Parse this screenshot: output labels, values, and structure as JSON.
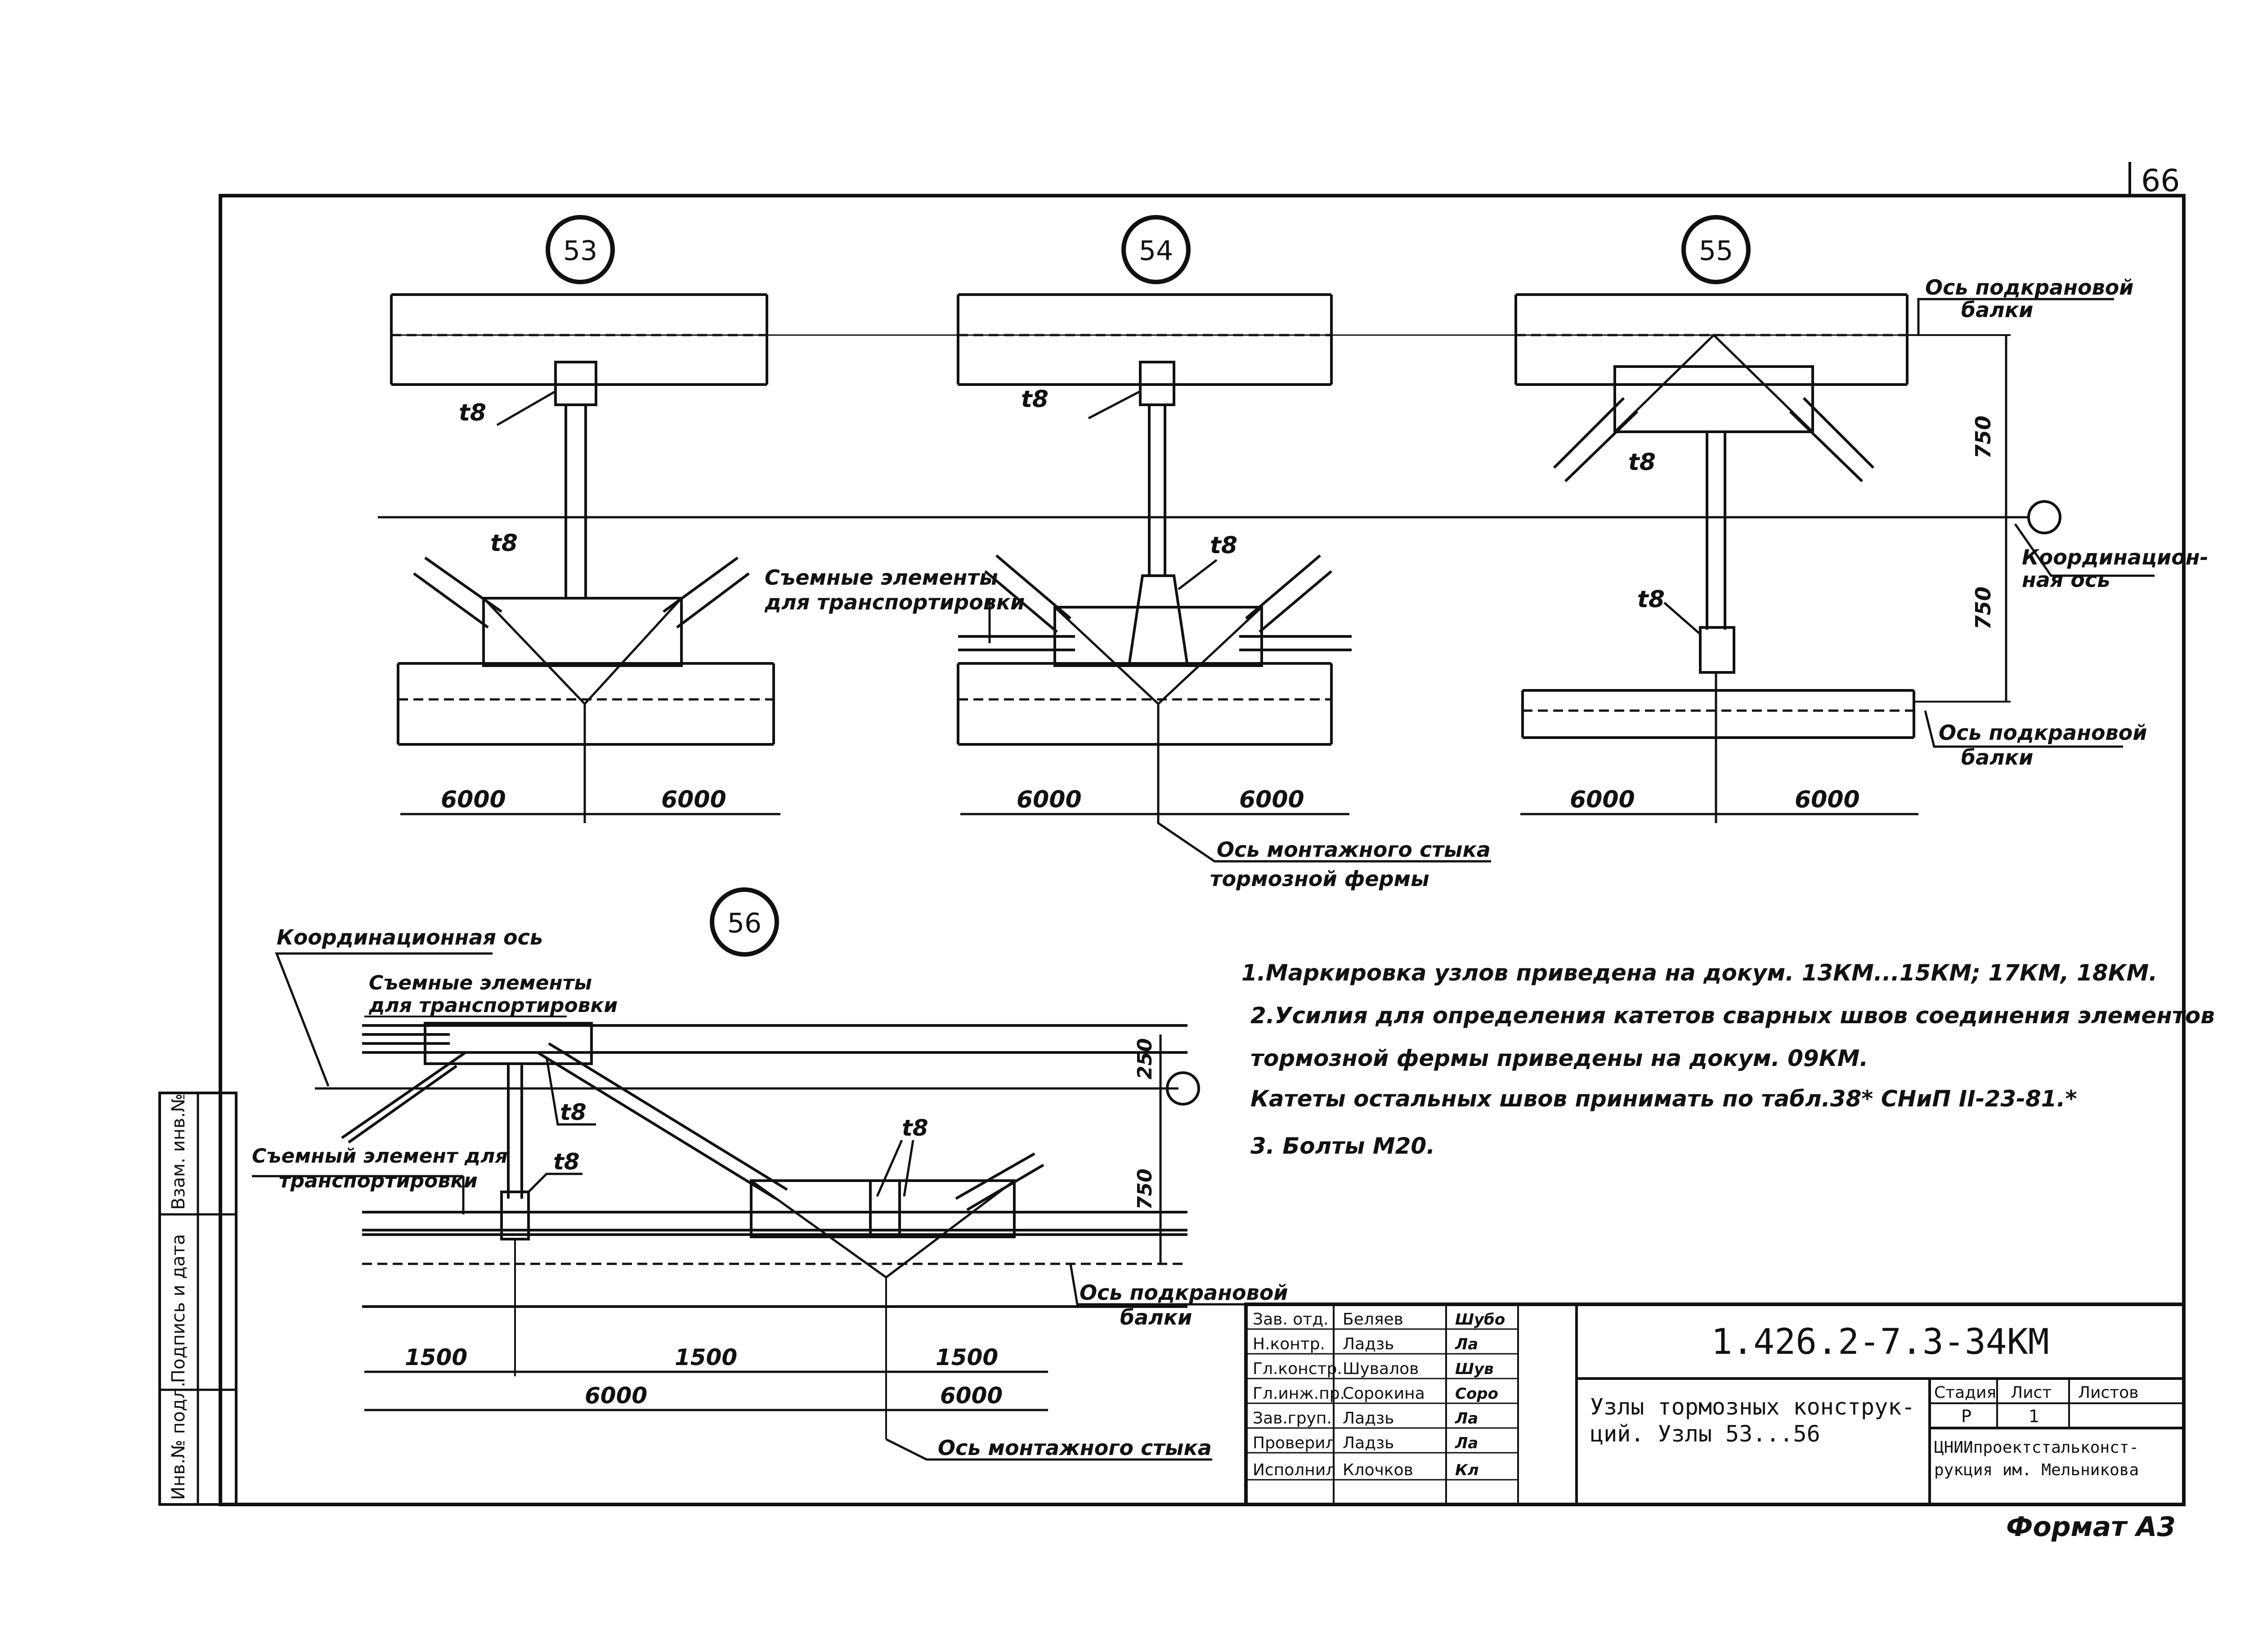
{
  "sheet": {
    "number": "66",
    "format_label": "Формат А3"
  },
  "nodes": {
    "n53": {
      "label": "53",
      "dim_left": "6000",
      "dim_right": "6000",
      "plate_main": "t8",
      "plate_low": "t8"
    },
    "n54": {
      "label": "54",
      "dim_left": "6000",
      "dim_right": "6000",
      "plate_main": "t8",
      "plate_low": "t8",
      "removable_line1": "Съемные элементы",
      "removable_line2": "для транспортировки",
      "joint_line1": "Ось монтажного стыка",
      "joint_line2": "тормозной фермы"
    },
    "n55": {
      "label": "55",
      "dim_left": "6000",
      "dim_right": "6000",
      "plate_main": "t8",
      "plate_low": "t8",
      "dim_v_top": "750",
      "dim_v_bottom": "750",
      "beam_axis_top_line1": "Ось подкрановой",
      "beam_axis_top_line2": "балки",
      "coord_axis_line1": "Координацион-",
      "coord_axis_line2": "ная ось",
      "beam_axis_bottom_line1": "Ось подкрановой",
      "beam_axis_bottom_line2": "балки"
    },
    "n56": {
      "label": "56",
      "coord_axis": "Координационная ось",
      "removable_top_line1": "Съемные элементы",
      "removable_top_line2": "для транспортировки",
      "removable_left_line1": "Съемный элемент для",
      "removable_left_line2": "транспортировки",
      "plate_a": "t8",
      "plate_b": "t8",
      "plate_c": "t8",
      "dim_v_top": "250",
      "dim_v_bottom": "750",
      "beam_axis_line1": "Ось подкрановой",
      "beam_axis_line2": "балки",
      "dim_1500_a": "1500",
      "dim_1500_b": "1500",
      "dim_1500_c": "1500",
      "dim_6000_a": "6000",
      "dim_6000_b": "6000",
      "joint_axis": "Ось монтажного стыка"
    }
  },
  "notes": [
    "1.Маркировка узлов приведена на докум. 13КМ...15КМ; 17КМ, 18КМ.",
    "2.Усилия для определения катетов сварных швов соединения элементов",
    "тормозной фермы приведены на докум. 09КМ.",
    "Катеты остальных швов принимать по табл.38* СНиП II-23-81.*",
    "3. Болты М20."
  ],
  "side_stamp": {
    "cells": [
      "Инв.№ подл.",
      "Подпись и дата",
      "Взам. инв.№"
    ]
  },
  "title_block": {
    "doc_code": "1.426.2-7.3-34КМ",
    "title_line1": "Узлы тормозных конструк-",
    "title_line2": "ций. Узлы 53...56",
    "stage_header": "Стадия",
    "sheet_header": "Лист",
    "sheets_header": "Листов",
    "stage_value": "Р",
    "sheet_value": "1",
    "sheets_value": "",
    "org_line1": "ЦНИИпроектстальконст-",
    "org_line2": "рукция им. Мельникова",
    "people": [
      {
        "role": "Зав. отд.",
        "name": "Беляев",
        "sign": "Шубо"
      },
      {
        "role": "Н.контр.",
        "name": "Ладзь",
        "sign": "Ла"
      },
      {
        "role": "Гл.констр.",
        "name": "Шувалов",
        "sign": "Шув"
      },
      {
        "role": "Гл.инж.пр.",
        "name": "Сорокина",
        "sign": "Соро"
      },
      {
        "role": "Зав.груп.",
        "name": "Ладзь",
        "sign": "Ла"
      },
      {
        "role": "Проверил",
        "name": "Ладзь",
        "sign": "Ла"
      },
      {
        "role": "Исполнил",
        "name": "Клочков",
        "sign": "Кл"
      }
    ]
  }
}
